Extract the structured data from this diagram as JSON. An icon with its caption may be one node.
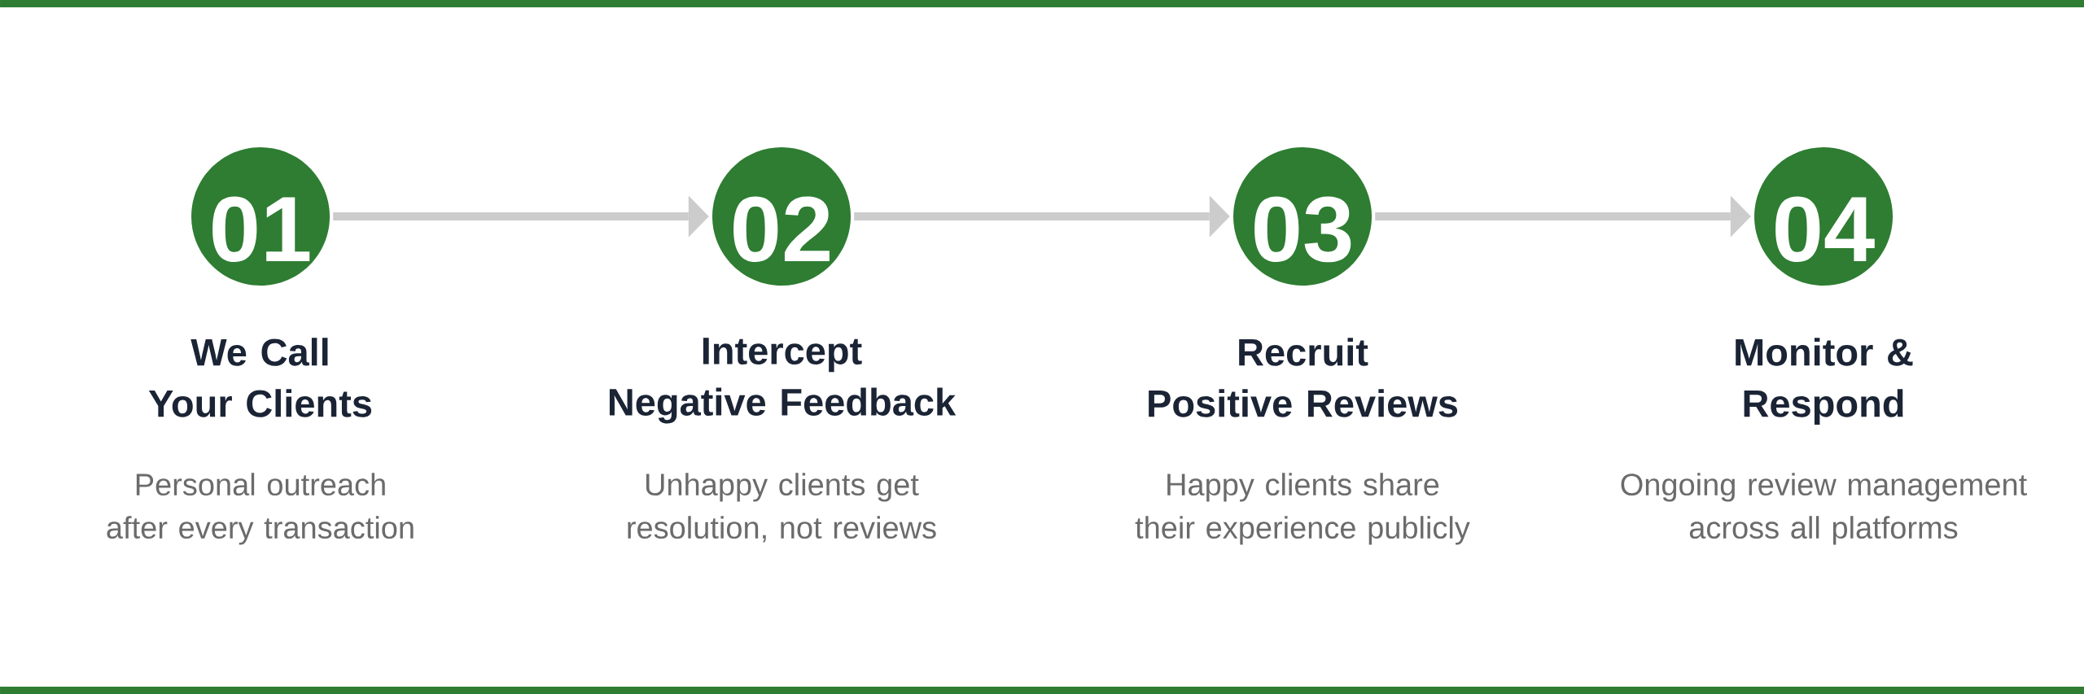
{
  "diagram": {
    "nodes": [
      {
        "text": [
          "01"
        ],
        "beside": [
          "We Call Your Clients",
          "Personal outreach after every transaction"
        ]
      },
      {
        "text": [
          "02"
        ],
        "beside": [
          "Intercept Negative Feedback",
          "Unhappy clients get resolution, not reviews"
        ]
      },
      {
        "text": [
          "03"
        ],
        "beside": [
          "Recruit Positive Reviews",
          "Happy clients share their experience publicly"
        ]
      },
      {
        "text": [
          "04"
        ],
        "beside": [
          "Monitor & Respond",
          "Ongoing review management across all platforms"
        ]
      }
    ],
    "edges": [
      {
        "from": 0,
        "to": 1,
        "arrow": "to"
      },
      {
        "from": 1,
        "to": 2,
        "arrow": "to"
      },
      {
        "from": 2,
        "to": 3,
        "arrow": "to"
      }
    ]
  }
}
